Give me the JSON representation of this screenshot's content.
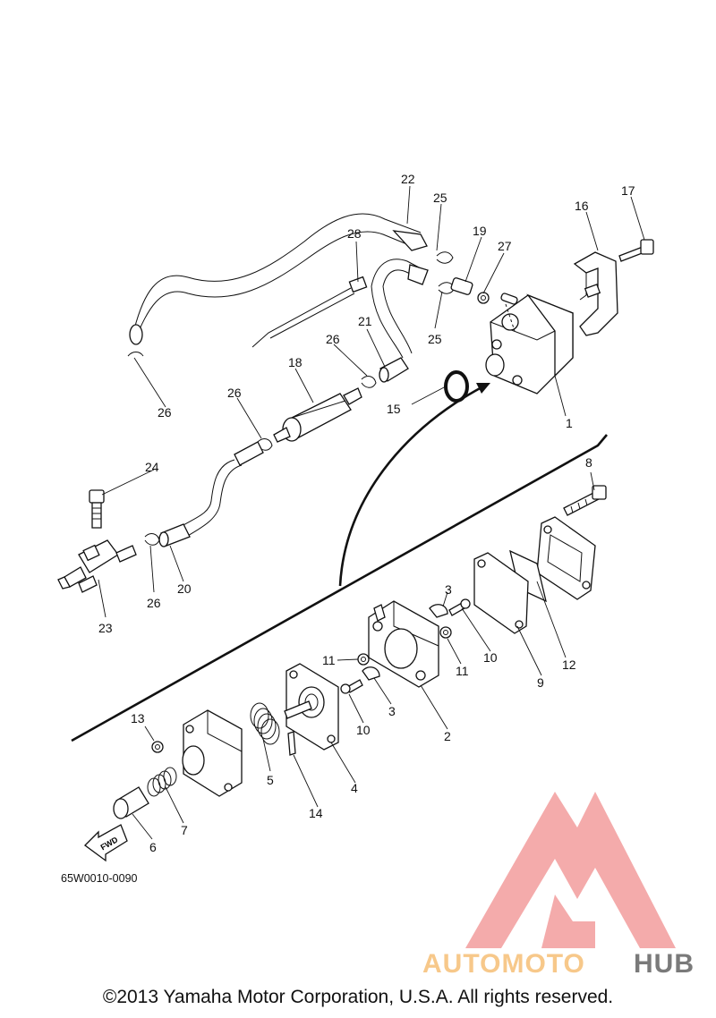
{
  "diagram_code": "65W0010-0090",
  "copyright": "©2013 Yamaha Motor Corporation, U.S.A. All rights reserved.",
  "fwd_label": "FWD",
  "watermark": {
    "text_part1": "AUTOMOTO",
    "text_part2": "HUB",
    "color_light": "#f7c88a",
    "color_red": "#f19090",
    "color_dark": "#7a7a7a"
  },
  "callouts": {
    "c1": "1",
    "c2": "2",
    "c3a": "3",
    "c3b": "3",
    "c4": "4",
    "c5": "5",
    "c6": "6",
    "c7": "7",
    "c8": "8",
    "c9": "9",
    "c10a": "10",
    "c10b": "10",
    "c11a": "11",
    "c11b": "11",
    "c12": "12",
    "c13": "13",
    "c14": "14",
    "c15": "15",
    "c16": "16",
    "c17": "17",
    "c18": "18",
    "c19": "19",
    "c20": "20",
    "c21": "21",
    "c22": "22",
    "c23": "23",
    "c24": "24",
    "c25a": "25",
    "c25b": "25",
    "c26a": "26",
    "c26b": "26",
    "c26c": "26",
    "c26d": "26",
    "c27": "27",
    "c28": "28"
  }
}
